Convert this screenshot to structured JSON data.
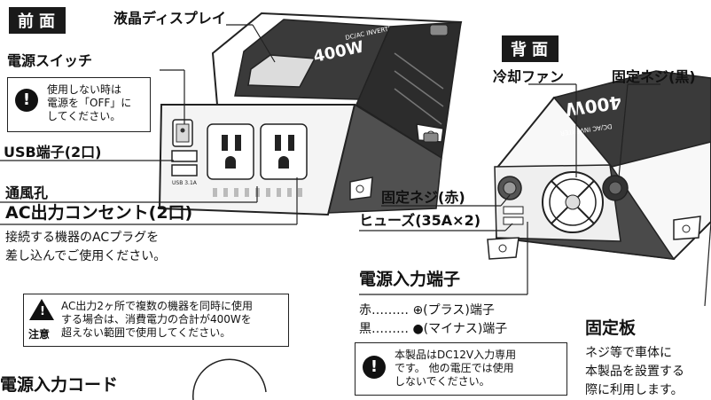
{
  "front": {
    "badge": "前面",
    "lcd_label": "液晶ディスプレイ",
    "power_switch_label": "電源スイッチ",
    "switch_note": [
      "使用しない時は",
      "電源を「OFF」に",
      "してください。"
    ],
    "usb_label": "USB端子(2口)",
    "usb_port_text": "USB 3.1A",
    "vent_label": "通風孔",
    "ac_label": "AC出力コンセント(2口)",
    "ac_desc": [
      "接続する機器のACプラグを",
      "差し込んでご使用ください。"
    ],
    "caution_text": [
      "AC出力2ヶ所で複数の機器を同時に使用",
      "する場合は、消費電力の合計が400Wを",
      "超えない範囲で使用してください。"
    ],
    "caution_label": "注意",
    "cord_label": "電源入力コード",
    "device_brand": "DC/AC INVERTER",
    "device_model": "400W"
  },
  "back": {
    "badge": "背面",
    "fan_label": "冷却ファン",
    "screw_black_label": "固定ネジ(黒)",
    "screw_red_label": "固定ネジ(赤)",
    "fuse_label": "ヒューズ(35A×2)",
    "power_input_label": "電源入力端子",
    "red_line": "赤……… ⊕(プラス)端子",
    "black_line": "黒……… ●(マイナス)端子",
    "input_note": [
      "本製品はDC12V入力専用",
      "です。 他の電圧では使用",
      "しないでください。"
    ],
    "plate_label": "固定板",
    "plate_desc": [
      "ネジ等で車体に",
      "本製品を設置する",
      "際に利用します。"
    ],
    "device_model": "400W",
    "device_brand": "DC/AC INVERTER"
  }
}
